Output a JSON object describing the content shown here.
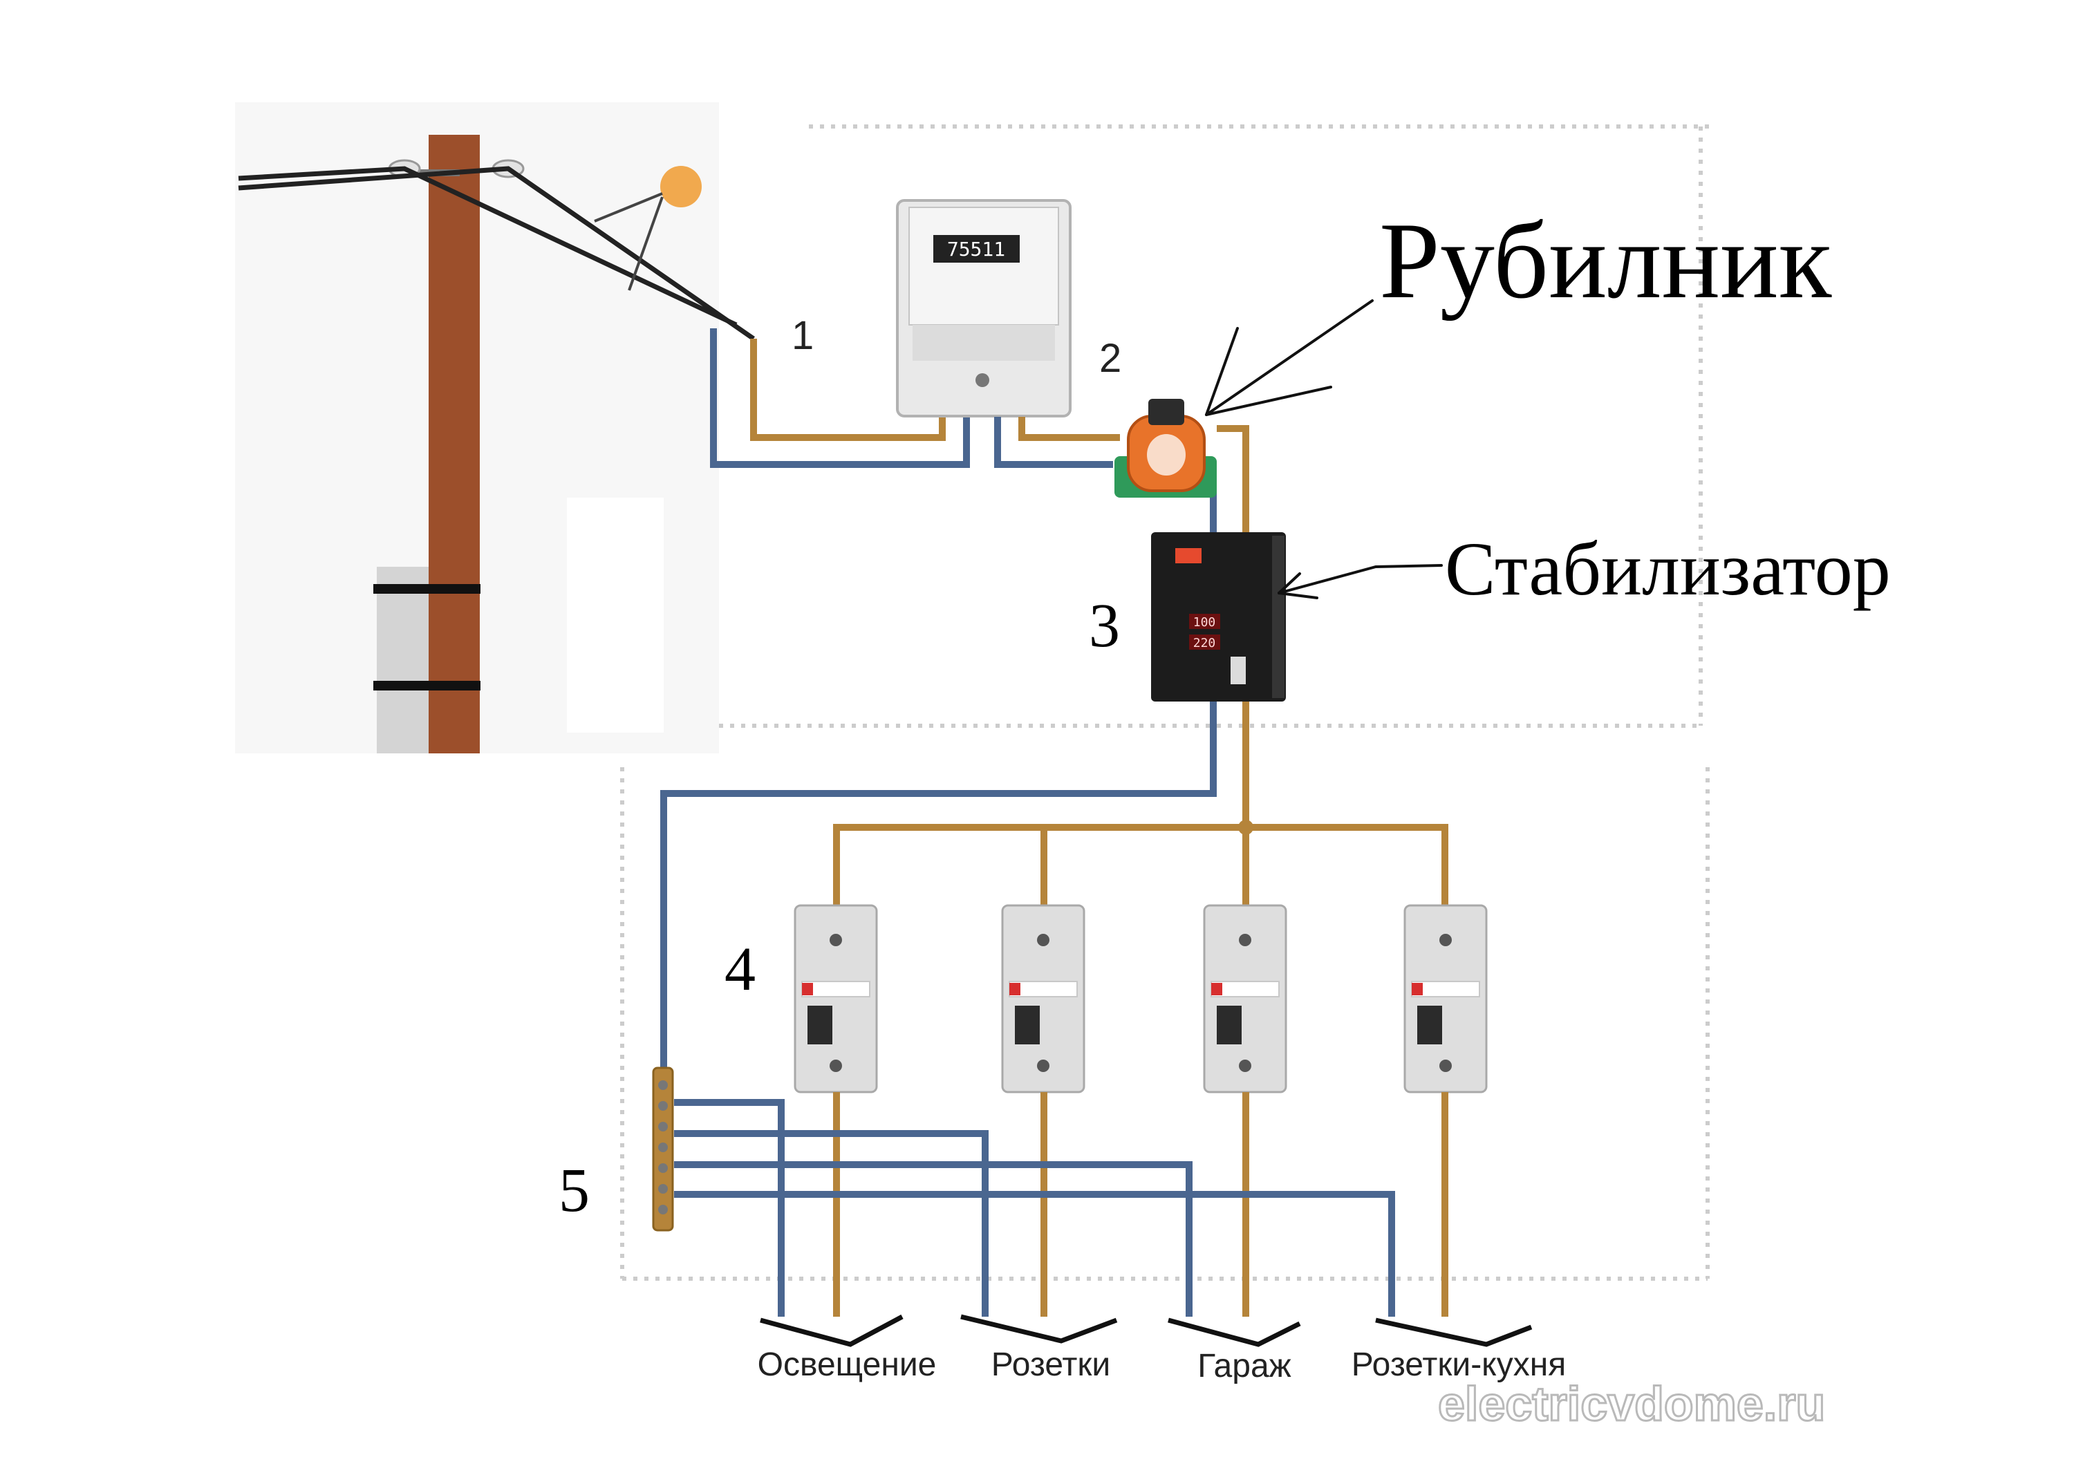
{
  "callouts": {
    "switch_title": "Рубилник",
    "stabilizer_title": "Стабилизатор"
  },
  "markers": {
    "m1": "1",
    "m2": "2",
    "m3": "3",
    "m4": "4",
    "m5": "5"
  },
  "meter": {
    "reading": "75511"
  },
  "stabilizer": {
    "display_top": "100",
    "display_bottom": "220"
  },
  "circuits": {
    "lighting": "Освещение",
    "sockets": "Розетки",
    "garage": "Гараж",
    "kitchen_sockets": "Розетки-кухня"
  },
  "watermark": {
    "text": "electricvdome.ru"
  },
  "colors": {
    "phase_wire": "#b5843a",
    "neutral_wire": "#4a6690",
    "pole": "#9c4f2b",
    "switch_orange": "#e8732a",
    "switch_base": "#2f9a5a",
    "breaker_body": "#dedede",
    "stabilizer_body": "#1c1c1c",
    "dotted_border": "#cccccc"
  }
}
